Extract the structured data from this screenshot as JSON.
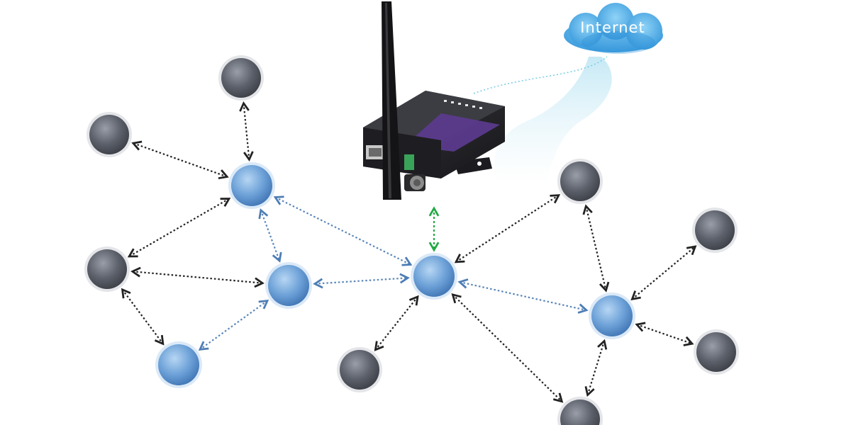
{
  "cloud": {
    "label": "Internet"
  },
  "colors": {
    "wired_link": "#9adbe9",
    "dark_link": "#222222",
    "blue_link": "#5a86b8",
    "gateway_link": "#22aa44",
    "router_node": "#5f97d1",
    "end_node": "#5a5d66",
    "cloud": "#55aee8",
    "gateway_body": "#2c2c30",
    "gateway_stripe": "#5b3a8c"
  },
  "nodes": [
    {
      "id": "gateway",
      "kind": "gateway",
      "icon": "wireless-gateway-icon"
    },
    {
      "id": "r1",
      "kind": "router"
    },
    {
      "id": "r2",
      "kind": "router"
    },
    {
      "id": "r3",
      "kind": "router"
    },
    {
      "id": "r4",
      "kind": "router"
    },
    {
      "id": "r5",
      "kind": "router"
    },
    {
      "id": "e1",
      "kind": "end-device"
    },
    {
      "id": "e2",
      "kind": "end-device"
    },
    {
      "id": "e3",
      "kind": "end-device"
    },
    {
      "id": "e4",
      "kind": "end-device"
    },
    {
      "id": "e5",
      "kind": "end-device"
    },
    {
      "id": "e6",
      "kind": "end-device"
    },
    {
      "id": "e7",
      "kind": "end-device"
    },
    {
      "id": "e8",
      "kind": "end-device"
    },
    {
      "id": "e9",
      "kind": "end-device"
    }
  ],
  "links": [
    {
      "from": "gateway",
      "to": "r3",
      "style": "green"
    },
    {
      "from": "r1",
      "to": "e1",
      "style": "dark"
    },
    {
      "from": "r1",
      "to": "e2",
      "style": "dark"
    },
    {
      "from": "r1",
      "to": "e3",
      "style": "dark"
    },
    {
      "from": "r1",
      "to": "r2",
      "style": "blue"
    },
    {
      "from": "r1",
      "to": "r3",
      "style": "blue"
    },
    {
      "from": "e3",
      "to": "r2",
      "style": "dark"
    },
    {
      "from": "e3",
      "to": "r4",
      "style": "dark"
    },
    {
      "from": "r2",
      "to": "r4",
      "style": "blue"
    },
    {
      "from": "r2",
      "to": "r3",
      "style": "blue"
    },
    {
      "from": "r3",
      "to": "e4",
      "style": "dark"
    },
    {
      "from": "r3",
      "to": "e5",
      "style": "dark"
    },
    {
      "from": "r3",
      "to": "e9",
      "style": "dark"
    },
    {
      "from": "r3",
      "to": "r5",
      "style": "blue"
    },
    {
      "from": "e5",
      "to": "r5",
      "style": "dark"
    },
    {
      "from": "r5",
      "to": "e6",
      "style": "dark"
    },
    {
      "from": "r5",
      "to": "e7",
      "style": "dark"
    },
    {
      "from": "r5",
      "to": "e9",
      "style": "dark"
    }
  ]
}
